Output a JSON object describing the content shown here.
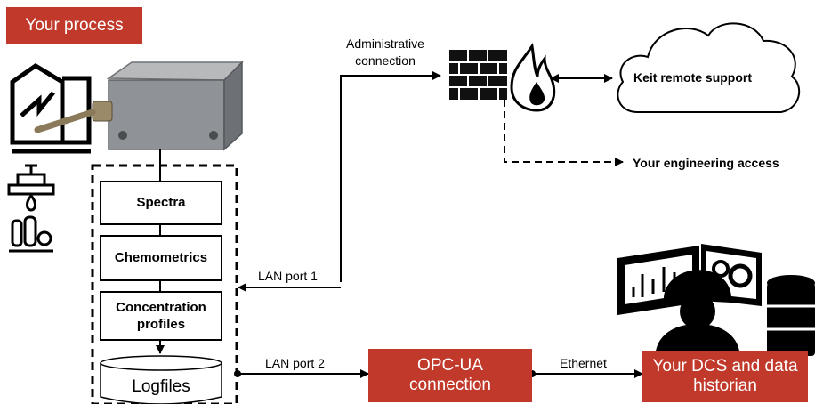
{
  "process_label": "Your process",
  "pipeline": {
    "spectra": "Spectra",
    "chemometrics": "Chemometrics",
    "concentration": "Concentration profiles",
    "logfiles": "Logfiles"
  },
  "lan1_label": "LAN port 1",
  "lan2_label": "LAN port 2",
  "admin_label": "Administrative connection",
  "remote_support": "Keit remote support",
  "engineering_access": "Your engineering access",
  "opcua_label": "OPC-UA connection",
  "ethernet_label": "Ethernet",
  "dcs_label": "Your DCS and data historian",
  "colors": {
    "accent": "#c0392b",
    "line": "#000000"
  }
}
